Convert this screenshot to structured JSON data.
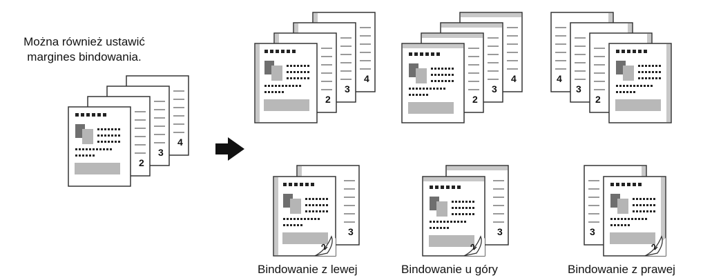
{
  "intro": {
    "line1": "Można również ustawić",
    "line2": "margines bindowania."
  },
  "captions": {
    "left": "Bindowanie z lewej",
    "top": "Bindowanie u góry",
    "right": "Bindowanie z prawej"
  },
  "page_numbers": [
    "2",
    "3",
    "4"
  ],
  "icons": {
    "arrow": "right-arrow-icon"
  },
  "colors": {
    "outline": "#333333",
    "margin_gray": "#c8c8c8",
    "block_dark": "#6f6f6f",
    "block_light": "#b5b5b5",
    "bar_gray": "#b8b8b8",
    "dot": "#222222"
  }
}
